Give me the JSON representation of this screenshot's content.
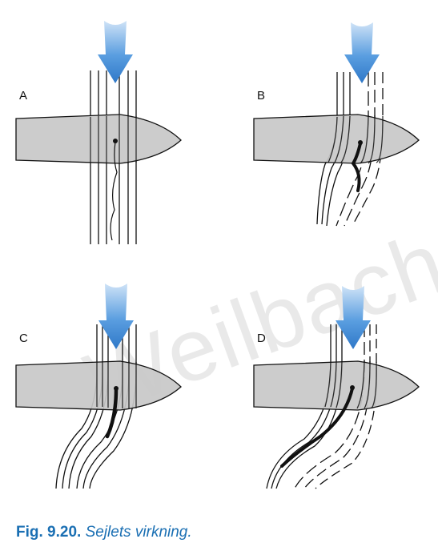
{
  "panels": [
    {
      "id": "A",
      "label": "A"
    },
    {
      "id": "B",
      "label": "B"
    },
    {
      "id": "C",
      "label": "C"
    },
    {
      "id": "D",
      "label": "D"
    }
  ],
  "watermark": "Weilbach",
  "caption": {
    "number": "Fig. 9.20.",
    "text": "Sejlets virkning."
  },
  "colors": {
    "hull": "#c8c8c8",
    "arrow": "#3d86d6",
    "caption": "#1a6fb3"
  }
}
